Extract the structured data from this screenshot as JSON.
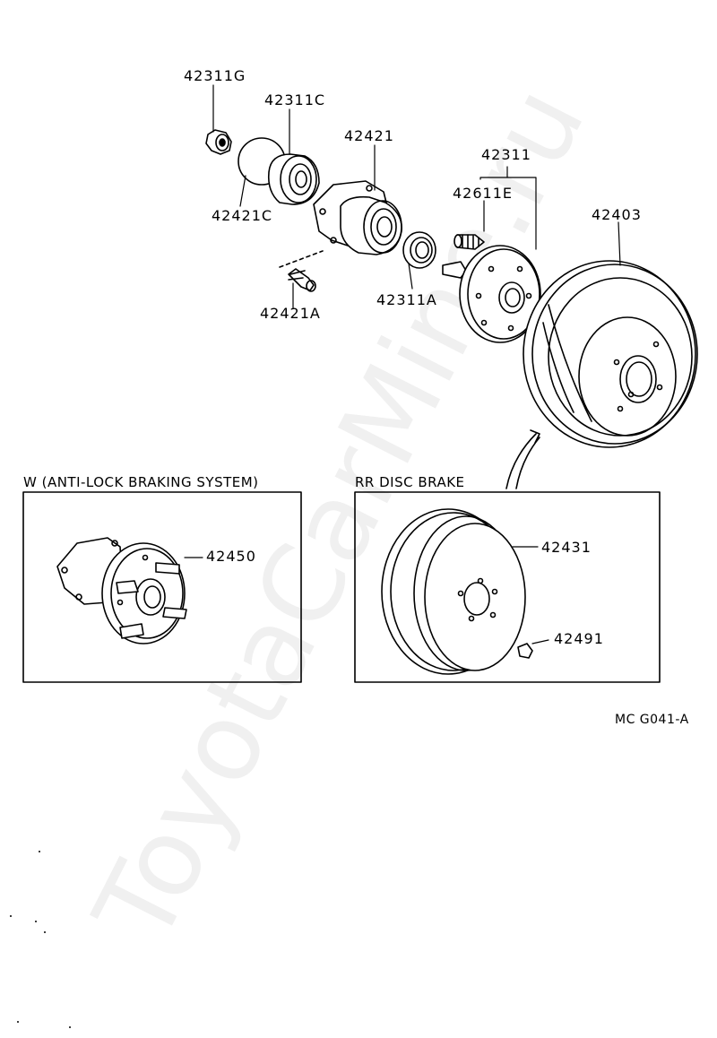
{
  "watermark": "ToyotaCarMine.ru",
  "labels": {
    "p42311G": "42311G",
    "p42311C": "42311C",
    "p42421": "42421",
    "p42311": "42311",
    "p42611E": "42611E",
    "p42403": "42403",
    "p42421C": "42421C",
    "p42421A": "42421A",
    "p42311A": "42311A",
    "p42450": "42450",
    "p42431": "42431",
    "p42491": "42491"
  },
  "panels": {
    "abs_title": "W (ANTI-LOCK BRAKING SYSTEM)",
    "disc_title": "RR DISC BRAKE"
  },
  "figure_code": "MC G041-A"
}
